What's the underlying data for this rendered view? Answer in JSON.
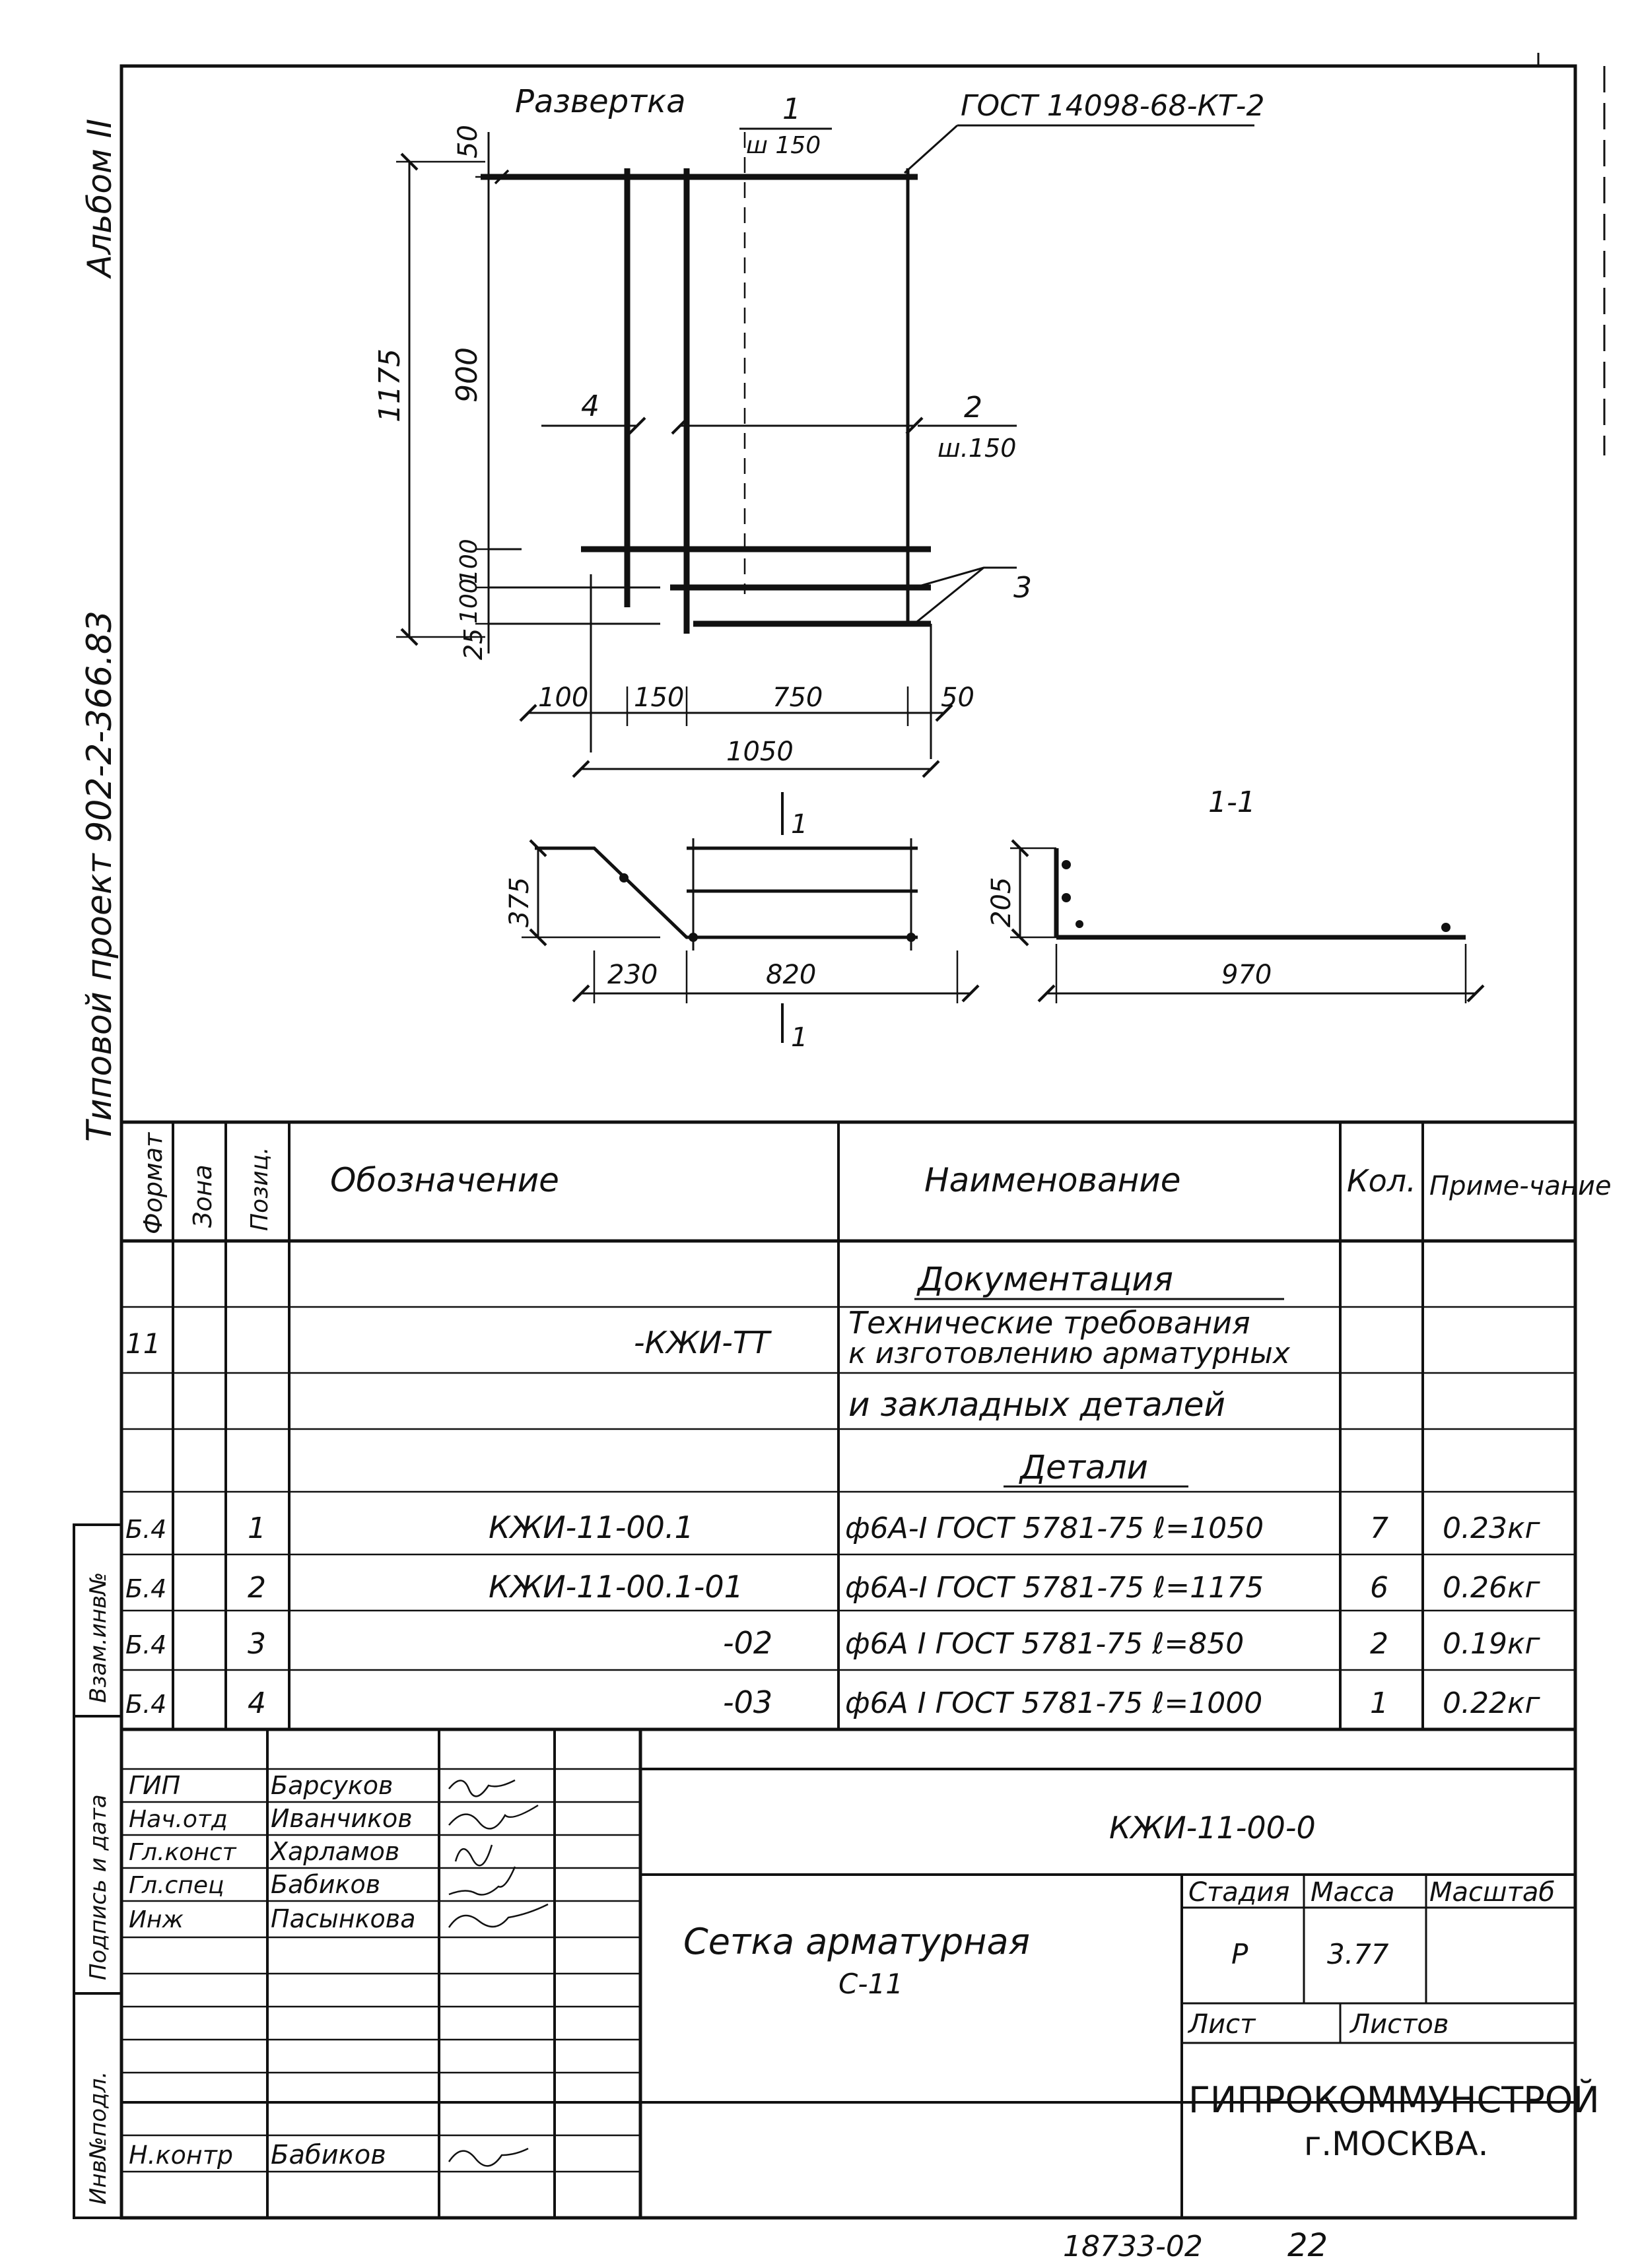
{
  "margin": {
    "album": "Альбом II",
    "project": "Типовой проект 902-2-366.83",
    "stamp_labels": [
      "Инв№подл.",
      "Подпись и дата",
      "Взам.инв№"
    ]
  },
  "drawing": {
    "title": "Развертка",
    "gost_callout": "ГОСТ 14098-68-КТ-2",
    "marks": [
      {
        "pos": "1",
        "step": "ш 150"
      },
      {
        "pos": "2",
        "step": "ш.150"
      },
      {
        "pos": "3",
        "step": ""
      },
      {
        "pos": "4",
        "step": ""
      }
    ],
    "dims_vertical": [
      "50",
      "900",
      "1175",
      "100",
      "100",
      "25"
    ],
    "dims_horizontal": [
      "100",
      "150",
      "750",
      "50",
      "1050"
    ],
    "section_marker": "1",
    "section_left_dims": [
      "375",
      "230",
      "820"
    ],
    "section_label": "1-1",
    "section_right_dims": [
      "205",
      "970"
    ]
  },
  "spec": {
    "headers": {
      "format": "Формат",
      "zone": "Зона",
      "pos": "Позиц.",
      "designation": "Обозначение",
      "name": "Наименование",
      "qty": "Кол.",
      "note": "Приме-чание"
    },
    "section_docs": "Документация",
    "doc_row": {
      "format": "11",
      "designation": "-КЖИ-ТТ",
      "name_lines": [
        "Технические требования",
        "к изготовлению арматурных",
        "и закладных деталей"
      ]
    },
    "section_parts": "Детали",
    "rows": [
      {
        "format": "Б.4",
        "pos": "1",
        "designation": "КЖИ-11-00.1",
        "name": "ф6А-I ГОСТ 5781-75 ℓ=1050",
        "qty": "7",
        "note": "0.23кг"
      },
      {
        "format": "Б.4",
        "pos": "2",
        "designation": "КЖИ-11-00.1-01",
        "name": "ф6А-I ГОСТ 5781-75 ℓ=1175",
        "qty": "6",
        "note": "0.26кг"
      },
      {
        "format": "Б.4",
        "pos": "3",
        "designation": "-02",
        "name": "ф6А I ГОСТ 5781-75 ℓ=850",
        "qty": "2",
        "note": "0.19кг"
      },
      {
        "format": "Б.4",
        "pos": "4",
        "designation": "-03",
        "name": "ф6А I ГОСТ 5781-75 ℓ=1000",
        "qty": "1",
        "note": "0.22кг"
      }
    ]
  },
  "title_block": {
    "roles": [
      {
        "role": "ГИП",
        "name": "Барсуков"
      },
      {
        "role": "Нач.отд",
        "name": "Иванчиков"
      },
      {
        "role": "Гл.конст",
        "name": "Харламов"
      },
      {
        "role": "Гл.спец",
        "name": "Бабиков"
      },
      {
        "role": "Инж",
        "name": "Пасынкова"
      },
      {
        "role": "Н.контр",
        "name": "Бабиков"
      }
    ],
    "code": "КЖИ-11-00-0",
    "item_name": "Сетка арматурная",
    "item_sub": "С-11",
    "stage_label": "Стадия",
    "mass_label": "Масса",
    "scale_label": "Масштаб",
    "stage": "Р",
    "mass": "3.77",
    "sheet_label": "Лист",
    "sheets_label": "Листов",
    "org": "ГИПРОКОММУНСТРОЙ",
    "city": "г.МОСКВА."
  },
  "footer": {
    "number": "18733-02",
    "page": "22"
  }
}
